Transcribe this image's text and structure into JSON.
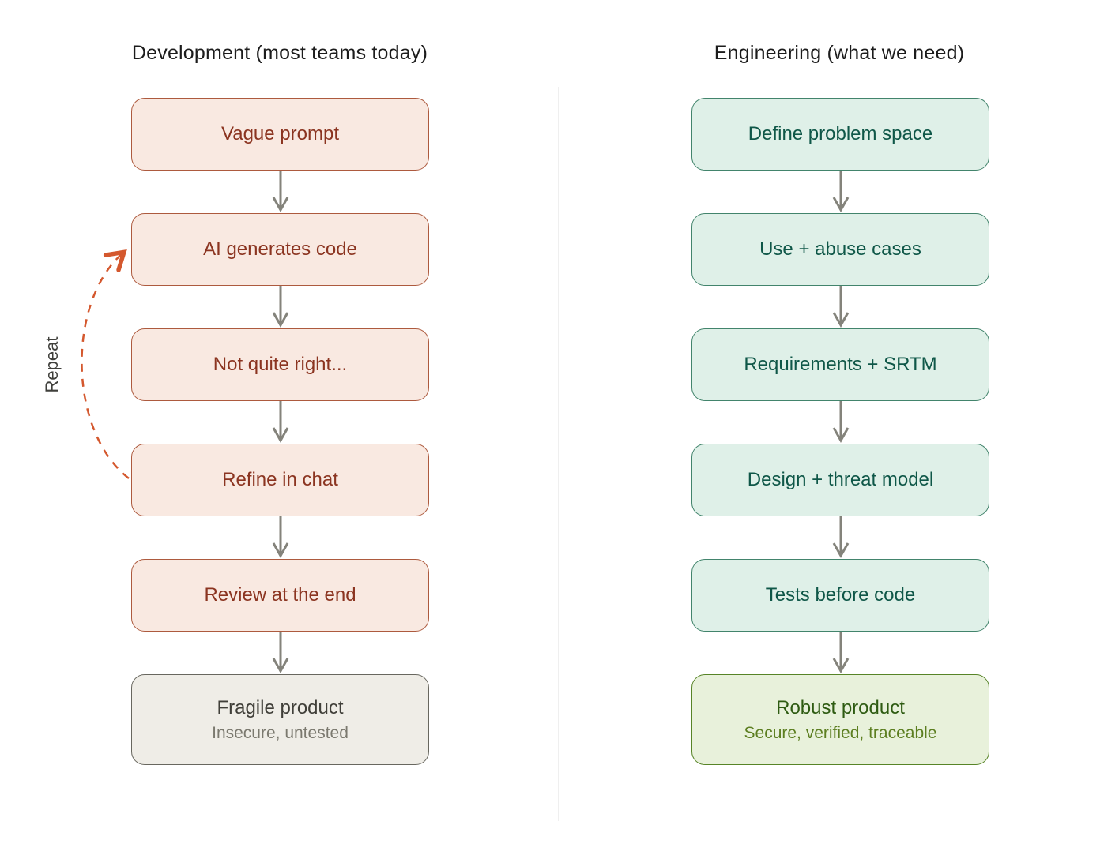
{
  "left_column": {
    "title": "Development (most teams today)",
    "steps": [
      "Vague prompt",
      "AI generates code",
      "Not quite right...",
      "Refine in chat",
      "Review at the end"
    ],
    "result": {
      "title": "Fragile product",
      "subtitle": "Insecure, untested"
    },
    "repeat_label": "Repeat",
    "colors": {
      "box_fill": "#f9e9e1",
      "box_border": "#ad5a3e",
      "box_text": "#8b3420",
      "result_fill": "#efede7",
      "result_border": "#68675f",
      "repeat_arc": "#d4582e"
    }
  },
  "right_column": {
    "title": "Engineering (what we need)",
    "steps": [
      "Define problem space",
      "Use + abuse cases",
      "Requirements + SRTM",
      "Design + threat model",
      "Tests before code"
    ],
    "result": {
      "title": "Robust product",
      "subtitle": "Secure, verified, traceable"
    },
    "colors": {
      "box_fill": "#dff0e8",
      "box_border": "#42846c",
      "box_text": "#0f5748",
      "result_fill": "#e8f1db",
      "result_border": "#578427"
    }
  },
  "arrow_color": "#84837b"
}
